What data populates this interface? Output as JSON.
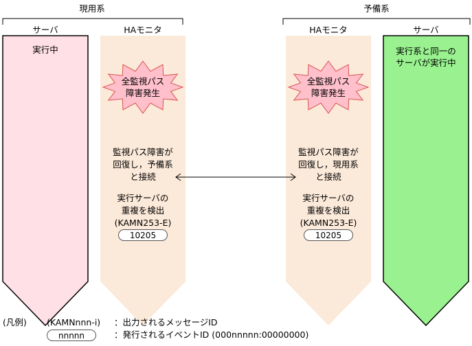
{
  "groups": {
    "active": "現用系",
    "standby": "予備系"
  },
  "columns": {
    "active_server": "サーバ",
    "active_ha": "HAモニタ",
    "standby_ha": "HAモニタ",
    "standby_server": "サーバ"
  },
  "active_server": {
    "status": "実行中"
  },
  "standby_server": {
    "status_line1": "実行系と同一の",
    "status_line2": "サーバが実行中"
  },
  "active_ha": {
    "burst_line1": "全監視パス",
    "burst_line2": "障害発生",
    "recover_line1": "監視パス障害が",
    "recover_line2": "回復し，予備系",
    "recover_line3": "と接続",
    "detect_line1": "実行サーバの",
    "detect_line2": "重複を検出",
    "message_id": "(KAMN253-E)",
    "event_id": "10205"
  },
  "standby_ha": {
    "burst_line1": "全監視パス",
    "burst_line2": "障害発生",
    "recover_line1": "監視パス障害が",
    "recover_line2": "回復し，現用系",
    "recover_line3": "と接続",
    "detect_line1": "実行サーバの",
    "detect_line2": "重複を検出",
    "message_id": "(KAMN253-E)",
    "event_id": "10205"
  },
  "legend": {
    "label": "(凡例)",
    "message_sample": "(KAMNnnn-i)",
    "message_desc": "：出力されるメッセージID",
    "event_sample": "nnnnn",
    "event_desc": "：発行されるイベントID (000nnnnn:00000000)"
  },
  "colors": {
    "active_server_fill": "#ffe0e6",
    "ha_fill": "#fbe9d9",
    "standby_server_fill": "#99f28f",
    "burst_fill": "#ffc0cb"
  }
}
